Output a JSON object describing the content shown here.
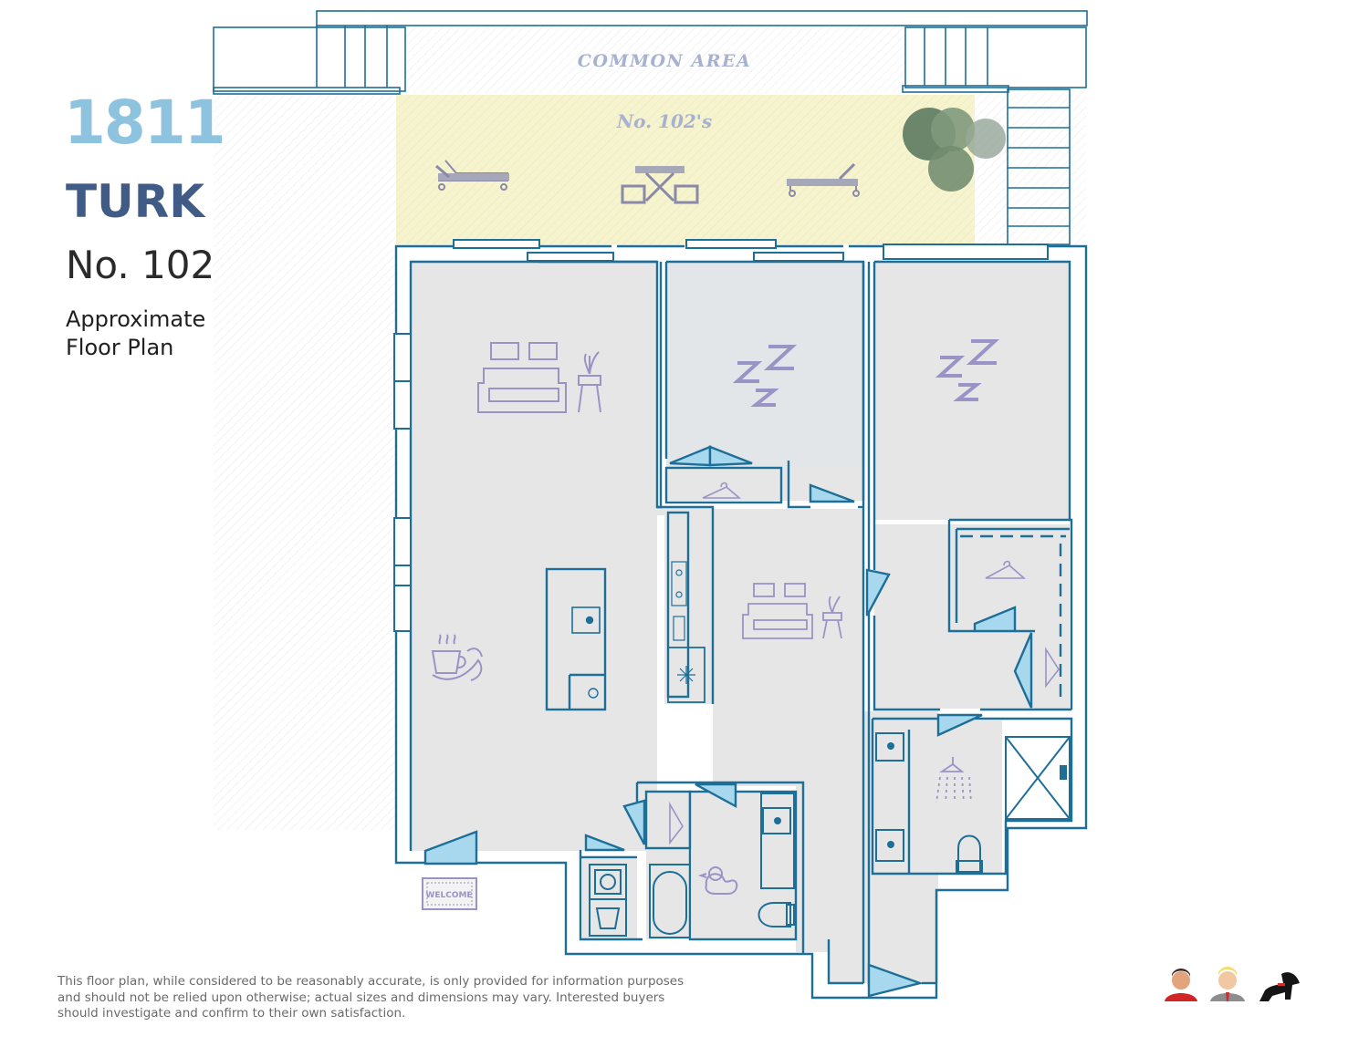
{
  "title": {
    "number": "1811",
    "street": "TURK",
    "unit": "No. 102",
    "subtitle_line1": "Approximate",
    "subtitle_line2": "Floor Plan"
  },
  "labels": {
    "common_area": "COMMON AREA",
    "patio": "No. 102's",
    "welcome_mat": "WELCOME"
  },
  "disclaimer": "This floor plan, while considered to be reasonably accurate, is only provided for information purposes and should not be relied upon otherwise; actual sizes and dimensions may vary. Interested buyers should investigate and confirm to their own satisfaction.",
  "colors": {
    "wall": "#1e6f98",
    "floor": "#e7e7e8",
    "patio": "#f5f2cf",
    "furniture": "#9a93c6",
    "title_light": "#8ec3df",
    "title_dark": "#3f5b86"
  },
  "icons": [
    "sofa-icon",
    "plant-icon",
    "sleep-icon",
    "coffee-croissant-icon",
    "shower-icon",
    "rubber-duck-icon",
    "hanger-icon",
    "lounge-chair-icon",
    "picnic-table-icon",
    "tree-icon",
    "person-red-icon",
    "person-gray-icon",
    "dog-icon"
  ]
}
